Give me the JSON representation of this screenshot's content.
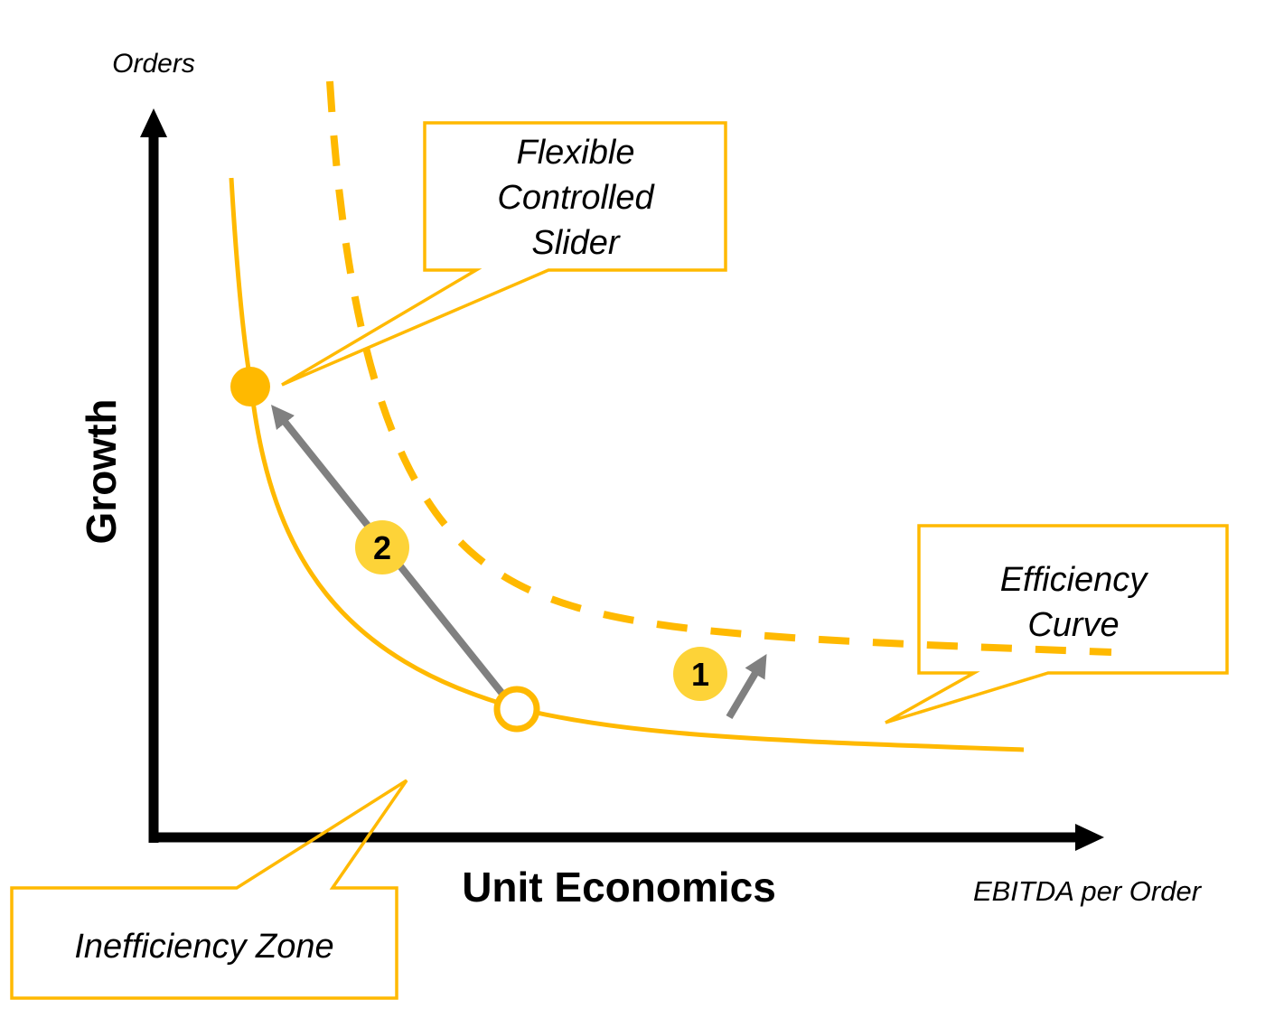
{
  "colors": {
    "accent": "#FFB900",
    "badge": "#FDD338",
    "arrow_gray": "#808080",
    "axis": "#000000",
    "background": "#FFFFFF"
  },
  "axes": {
    "y_title": "Growth",
    "y_unit": "Orders",
    "x_title": "Unit Economics",
    "x_unit": "EBITDA per Order"
  },
  "curves": {
    "current": {
      "name": "Efficiency Curve (current)",
      "style": "solid"
    },
    "shifted": {
      "name": "Efficiency Curve (shifted outward)",
      "style": "dashed"
    }
  },
  "points": {
    "start": {
      "name": "Current position",
      "style": "hollow"
    },
    "target": {
      "name": "Growth position",
      "style": "filled"
    }
  },
  "steps": [
    {
      "number": "1",
      "description": "Shift efficiency curve outward"
    },
    {
      "number": "2",
      "description": "Slide along curve toward growth"
    }
  ],
  "callouts": {
    "slider": {
      "lines": [
        "Flexible",
        "Controlled",
        "Slider"
      ]
    },
    "efficiency": {
      "lines": [
        "Efficiency",
        "Curve"
      ]
    },
    "inefficiency": {
      "lines": [
        "Inefficiency Zone"
      ]
    }
  }
}
